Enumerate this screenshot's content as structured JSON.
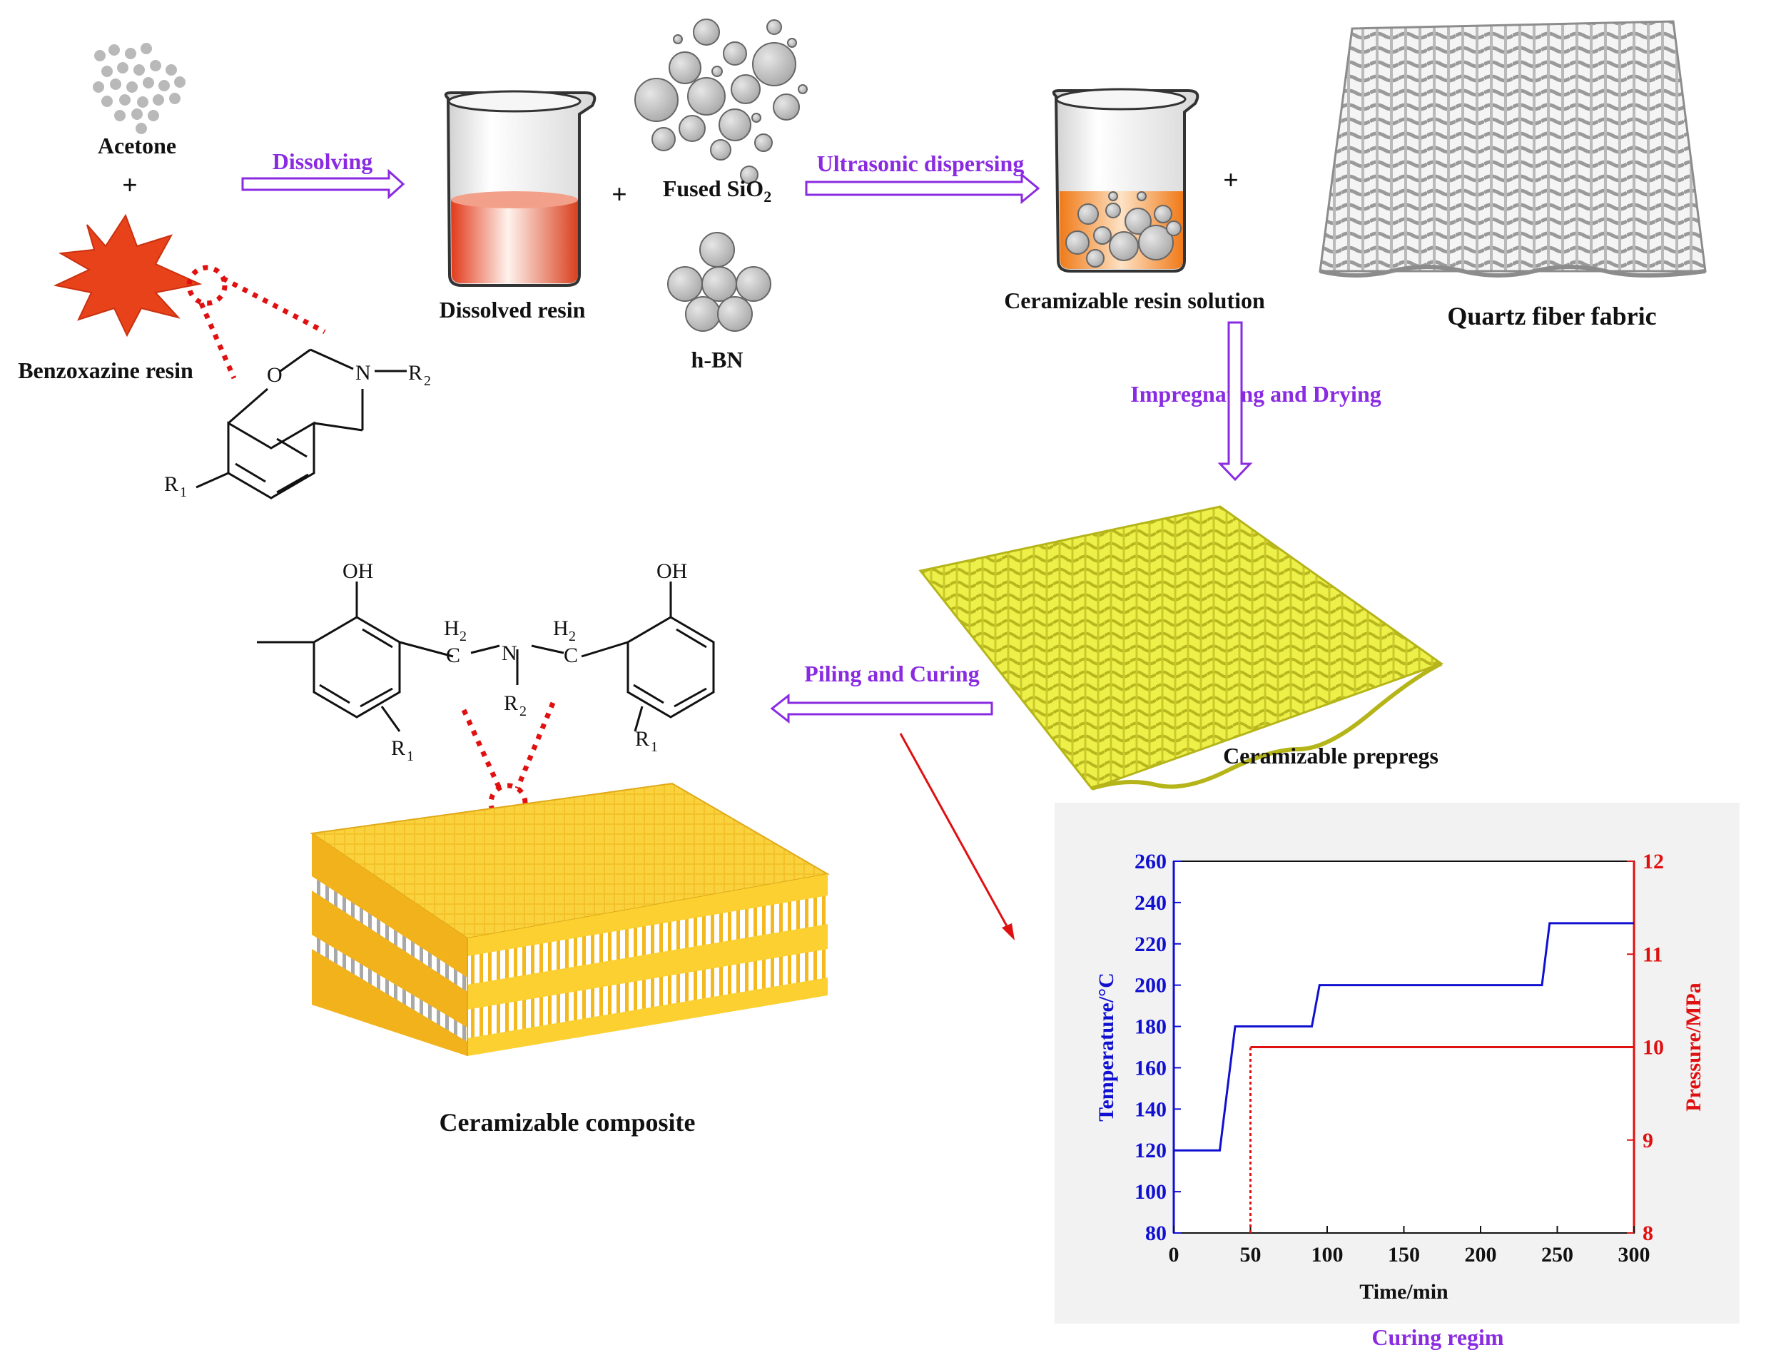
{
  "labels": {
    "acetone": "Acetone",
    "plus": "+",
    "benzoxazine": "Benzoxazine resin",
    "dissolved": "Dissolved resin",
    "fused_sio2": "Fused SiO",
    "fused_sio2_sub": "2",
    "hbn": "h-BN",
    "ceramizable_solution": "Ceramizable resin solution",
    "quartz": "Quartz fiber fabric",
    "prepregs": "Ceramizable prepregs",
    "composite": "Ceramizable composite",
    "curing_regim": "Curing regim"
  },
  "steps": {
    "dissolving": "Dissolving",
    "ultrasonic": "Ultrasonic dispersing",
    "impregnating": "Impregnating and Drying",
    "piling": "Piling and Curing"
  },
  "atoms": {
    "O": "O",
    "N": "N",
    "R": "R",
    "one": "1",
    "two": "2",
    "OH": "OH",
    "H": "H",
    "C": "C"
  },
  "colors": {
    "step_text": "#8a2be2",
    "arrow": "#8a2be2",
    "starburst": "#e8421a",
    "temperature": "#1010d0",
    "pressure": "#e01010",
    "prepreg": "#e4e83a",
    "composite": "#f7c52b"
  },
  "chart_data": {
    "type": "line",
    "title": "Curing regim",
    "xlabel": "Time/min",
    "ylabel": "Temperature/°C",
    "y2label": "Pressure/MPa",
    "xlim": [
      0,
      300
    ],
    "ylim": [
      80,
      260
    ],
    "y2lim": [
      8,
      12
    ],
    "xticks": [
      0,
      50,
      100,
      150,
      200,
      250,
      300
    ],
    "yticks": [
      80,
      100,
      120,
      140,
      160,
      180,
      200,
      220,
      240,
      260
    ],
    "y2ticks": [
      8,
      9,
      10,
      11,
      12
    ],
    "grid": false,
    "series": [
      {
        "axis": "left",
        "color": "#1010d0",
        "points": [
          [
            0,
            120
          ],
          [
            30,
            120
          ],
          [
            40,
            180
          ],
          [
            90,
            180
          ],
          [
            95,
            200
          ],
          [
            240,
            200
          ],
          [
            245,
            230
          ],
          [
            300,
            230
          ]
        ]
      },
      {
        "axis": "right",
        "color": "#e01010",
        "points": [
          [
            50,
            8
          ],
          [
            50,
            10
          ],
          [
            300,
            10
          ]
        ],
        "dotted_segment": [
          [
            50,
            8
          ],
          [
            50,
            10
          ]
        ]
      }
    ]
  }
}
